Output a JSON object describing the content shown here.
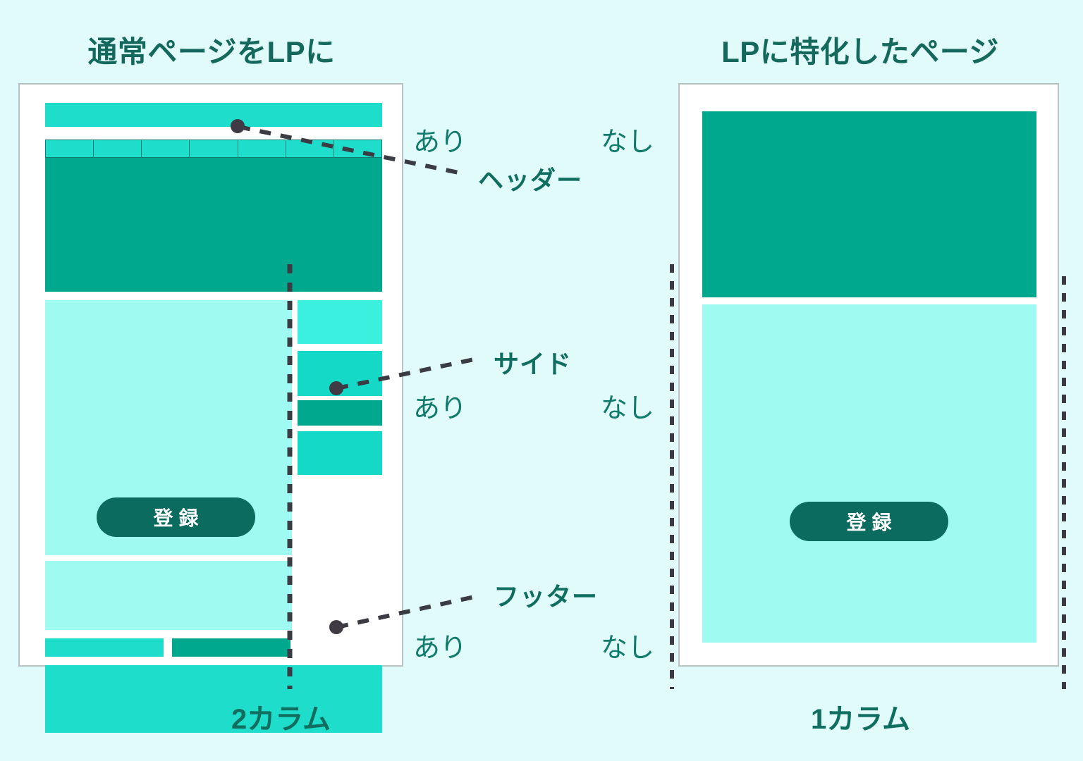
{
  "background_color": "#e0fbfa",
  "palette": {
    "page_bg": "#e0fbfa",
    "panel_bg": "#ffffff",
    "panel_border": "#b9c3c2",
    "bright_turquoise": "#1fddcb",
    "light_turquoise": "#3cf0e0",
    "mid_turquoise": "#14d9c6",
    "pale_aqua": "#9ffbf1",
    "hero_green": "#00a88e",
    "cta_dark_teal": "#0a6b5e",
    "heading_green": "#15695c",
    "annotation_green": "#107a6b",
    "dash_dark": "#3b3b44",
    "nav_divider": "#0f7e70"
  },
  "columns": {
    "left": {
      "title": "通常ページをLPに",
      "caption": "2カラム",
      "mockup": {
        "top_bar": "top-bar",
        "nav_segments": 7,
        "hero": "hero-banner",
        "main_content": "main-content-area",
        "sidebar_blocks": [
          "side-block-1",
          "side-block-2",
          "side-block-3",
          "side-block-4"
        ],
        "cta_label": "登録",
        "small_bars": [
          "small-bar-left",
          "small-bar-right"
        ],
        "footer": "footer-band"
      }
    },
    "right": {
      "title": "LPに特化したページ",
      "caption": "1カラム",
      "mockup": {
        "hero": "hero-banner",
        "main_content": "main-content-area",
        "cta_label": "登録"
      }
    }
  },
  "annotations": [
    {
      "part": "ヘッダー",
      "left_state": "あり",
      "right_state": "なし"
    },
    {
      "part": "サイド",
      "left_state": "あり",
      "right_state": "なし"
    },
    {
      "part": "フッター",
      "left_state": "あり",
      "right_state": "なし"
    }
  ]
}
